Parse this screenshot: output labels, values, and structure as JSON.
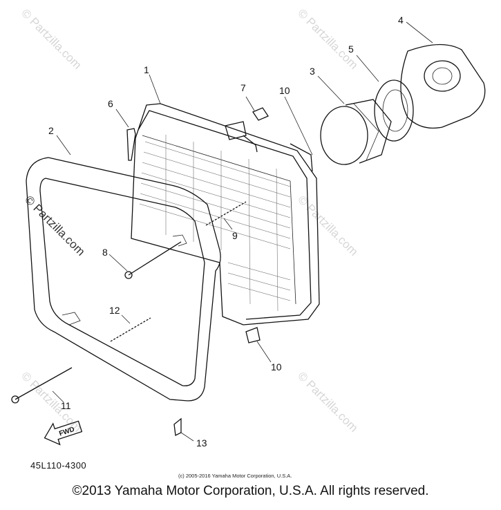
{
  "diagram": {
    "callouts": [
      {
        "id": "1",
        "label": "1"
      },
      {
        "id": "2",
        "label": "2"
      },
      {
        "id": "3",
        "label": "3"
      },
      {
        "id": "4",
        "label": "4"
      },
      {
        "id": "5",
        "label": "5"
      },
      {
        "id": "6",
        "label": "6"
      },
      {
        "id": "7",
        "label": "7"
      },
      {
        "id": "8",
        "label": "8"
      },
      {
        "id": "9",
        "label": "9"
      },
      {
        "id": "10a",
        "label": "10"
      },
      {
        "id": "10b",
        "label": "10"
      },
      {
        "id": "11",
        "label": "11"
      },
      {
        "id": "12",
        "label": "12"
      },
      {
        "id": "13",
        "label": "13"
      }
    ],
    "fwd_label": "FWD",
    "part_code": "45L110-4300",
    "credit_line": "(c) 2005-2016 Yamaha Motor Corporation, U.S.A.",
    "watermark": "© Partzilla.com"
  },
  "footer": {
    "copyright": "©2013 Yamaha Motor Corporation, U.S.A. All rights reserved."
  }
}
